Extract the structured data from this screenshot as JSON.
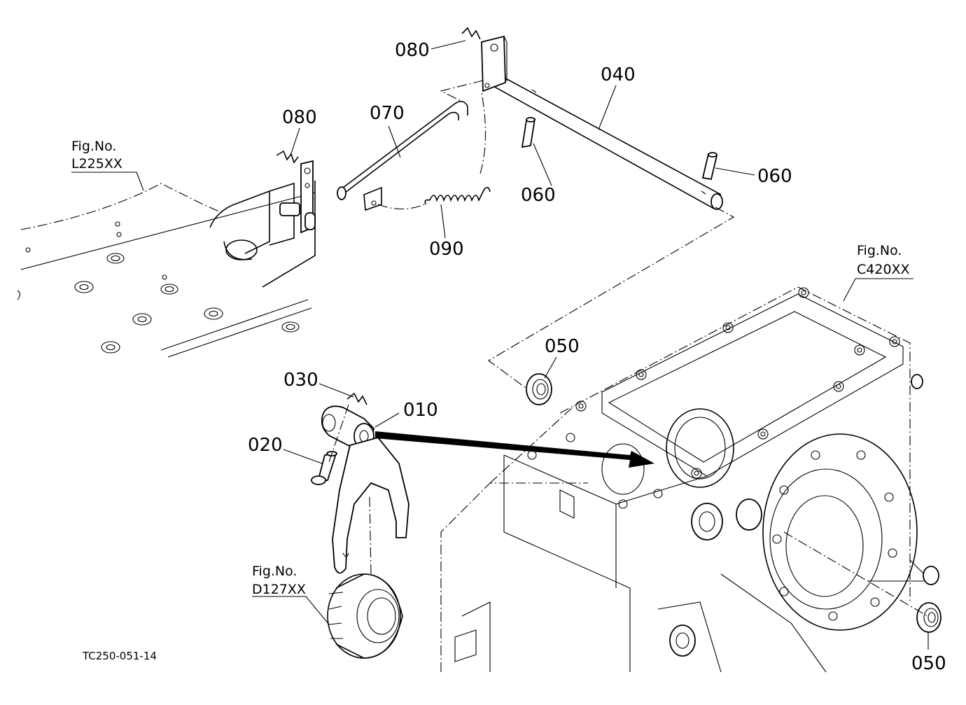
{
  "diagram": {
    "code": "TC250-051-14",
    "callouts": [
      {
        "id": "080",
        "text": "080"
      },
      {
        "id": "080",
        "text": "080"
      },
      {
        "id": "070",
        "text": "070"
      },
      {
        "id": "040",
        "text": "040"
      },
      {
        "id": "060",
        "text": "060"
      },
      {
        "id": "060",
        "text": "060"
      },
      {
        "id": "090",
        "text": "090"
      },
      {
        "id": "050",
        "text": "050"
      },
      {
        "id": "030",
        "text": "030"
      },
      {
        "id": "010",
        "text": "010"
      },
      {
        "id": "020",
        "text": "020"
      },
      {
        "id": "050",
        "text": "050"
      }
    ],
    "figure_refs": [
      {
        "label": "Fig.No.",
        "number": "L225XX"
      },
      {
        "label": "Fig.No.",
        "number": "C420XX"
      },
      {
        "label": "Fig.No.",
        "number": "D127XX"
      }
    ]
  }
}
